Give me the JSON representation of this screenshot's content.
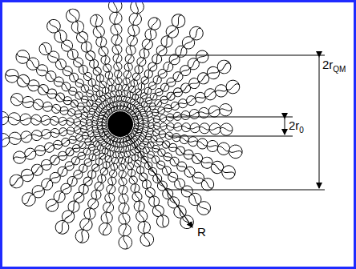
{
  "diagram": {
    "labels": [
      "2r",
      "0",
      "2r",
      "QM",
      "R"
    ]
  }
}
